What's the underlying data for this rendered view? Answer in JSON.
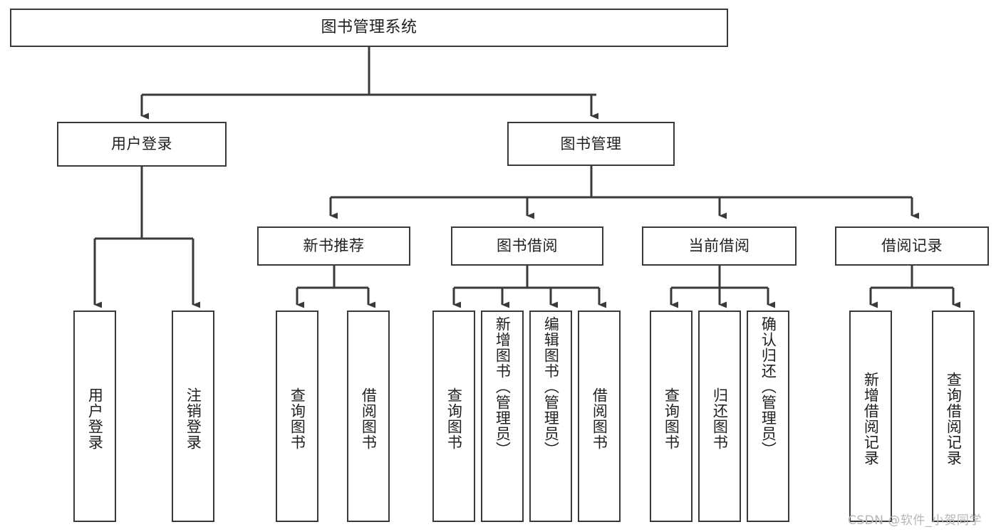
{
  "diagram": {
    "title": "图书管理系统",
    "root": {
      "label": "图书管理系统"
    },
    "level2": [
      {
        "label": "用户登录"
      },
      {
        "label": "图书管理"
      }
    ],
    "level3": [
      {
        "label": "新书推荐"
      },
      {
        "label": "图书借阅"
      },
      {
        "label": "当前借阅"
      },
      {
        "label": "借阅记录"
      }
    ],
    "leaves": {
      "user_login": [
        {
          "label": "用户登录"
        },
        {
          "label": "注销登录"
        }
      ],
      "new_book_recommend": [
        {
          "label": "查询图书"
        },
        {
          "label": "借阅图书"
        }
      ],
      "book_borrow": [
        {
          "label": "查询图书"
        },
        {
          "label": "新增图书（管理员）"
        },
        {
          "label": "编辑图书（管理员）"
        },
        {
          "label": "借阅图书"
        }
      ],
      "current_borrow": [
        {
          "label": "查询图书"
        },
        {
          "label": "归还图书"
        },
        {
          "label": "确认归还（管理员）"
        }
      ],
      "borrow_record": [
        {
          "label": "新增借阅记录"
        },
        {
          "label": "查询借阅记录"
        }
      ]
    }
  },
  "watermark": {
    "text": "CSDN @软件_小贺同学"
  },
  "colors": {
    "background": "#ffffff",
    "box_fill": "#ffffff",
    "box_stroke": "#3a3a3a",
    "connector": "#3a3a3a",
    "text": "#1f1f1f",
    "watermark": "#b6b6b6"
  }
}
